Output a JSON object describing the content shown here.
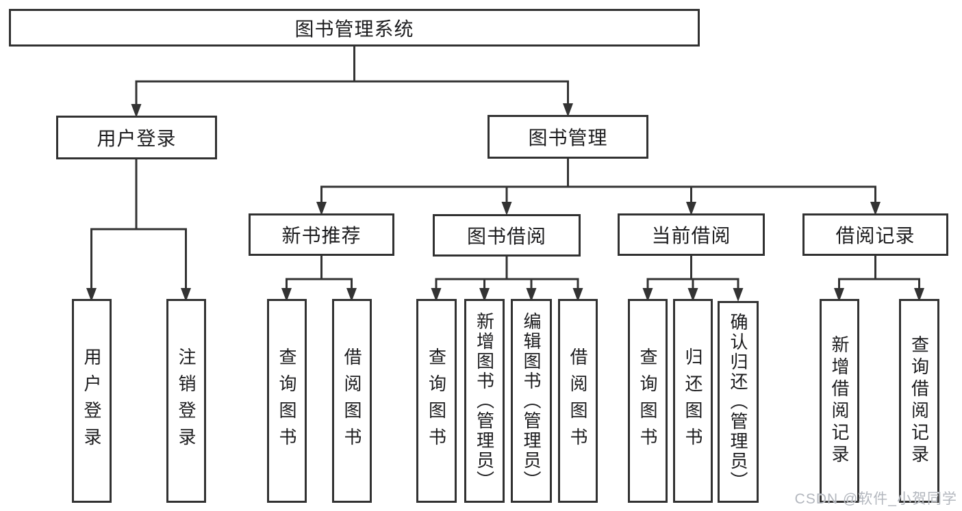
{
  "diagram_type": "hierarchy-tree",
  "colors": {
    "line": "#333333",
    "box_border": "#313131",
    "text": "#1c1c1e",
    "watermark": "#b3b7be",
    "background": "#ffffff"
  },
  "tree": {
    "root": {
      "label": "图书管理系统"
    },
    "branches": [
      {
        "label": "用户登录",
        "children": [
          {
            "label": "用户登录"
          },
          {
            "label": "注销登录"
          }
        ]
      },
      {
        "label": "图书管理",
        "children": [
          {
            "label": "新书推荐",
            "children": [
              {
                "label": "查询图书"
              },
              {
                "label": "借阅图书"
              }
            ]
          },
          {
            "label": "图书借阅",
            "children": [
              {
                "label": "查询图书"
              },
              {
                "label": "新增图书（管理员）"
              },
              {
                "label": "编辑图书（管理员）"
              },
              {
                "label": "借阅图书"
              }
            ]
          },
          {
            "label": "当前借阅",
            "children": [
              {
                "label": "查询图书"
              },
              {
                "label": "归还图书"
              },
              {
                "label": "确认归还（管理员）"
              }
            ]
          },
          {
            "label": "借阅记录",
            "children": [
              {
                "label": "新增借阅记录"
              },
              {
                "label": "查询借阅记录"
              }
            ]
          }
        ]
      }
    ]
  },
  "watermark": {
    "text": "CSDN @软件_小贺同学"
  }
}
